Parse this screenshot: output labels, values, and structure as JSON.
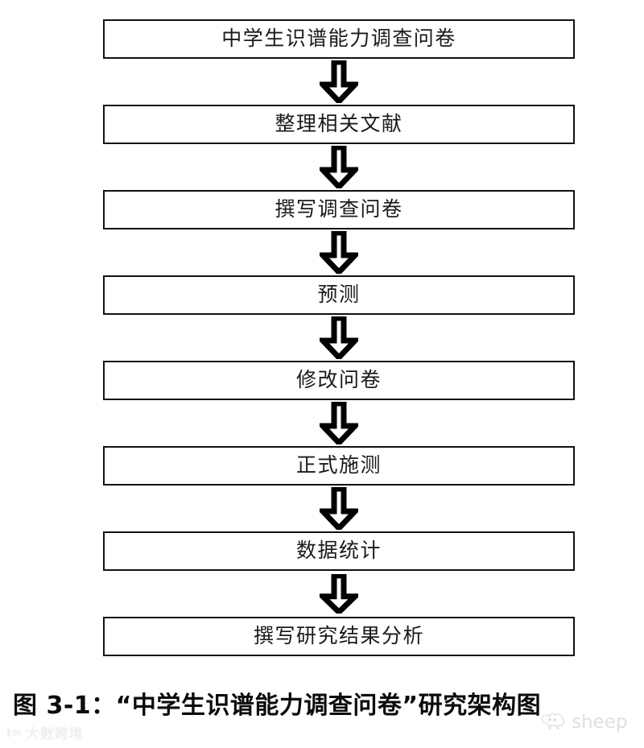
{
  "figure": {
    "caption": "图 3-1：“中学生识谱能力调查问卷”研究架构图",
    "background_color": "#ffffff",
    "line_color": "#111111",
    "text_color": "#1a1a1a"
  },
  "chart_data": {
    "type": "diagram",
    "diagram_kind": "flowchart",
    "orientation": "top-to-bottom",
    "title": "图 3-1：“中学生识谱能力调查问卷”研究架构图",
    "node_shape": "rectangle",
    "connector_shape": "hollow-block-arrow",
    "nodes": [
      {
        "id": 1,
        "label": "中学生识谱能力调查问卷"
      },
      {
        "id": 2,
        "label": "整理相关文献"
      },
      {
        "id": 3,
        "label": "撰写调查问卷"
      },
      {
        "id": 4,
        "label": "预测"
      },
      {
        "id": 5,
        "label": "修改问卷"
      },
      {
        "id": 6,
        "label": "正式施测"
      },
      {
        "id": 7,
        "label": "数据统计"
      },
      {
        "id": 8,
        "label": "撰写研究结果分析"
      }
    ],
    "edges": [
      {
        "from": 1,
        "to": 2
      },
      {
        "from": 2,
        "to": 3
      },
      {
        "from": 3,
        "to": 4
      },
      {
        "from": 4,
        "to": 5
      },
      {
        "from": 5,
        "to": 6
      },
      {
        "from": 6,
        "to": 7
      },
      {
        "from": 7,
        "to": 8
      }
    ]
  },
  "watermarks": {
    "left": {
      "mark": "ι∞",
      "text": "大數跨境"
    },
    "right": {
      "text": "sheep",
      "icon": "sheep-icon"
    }
  }
}
